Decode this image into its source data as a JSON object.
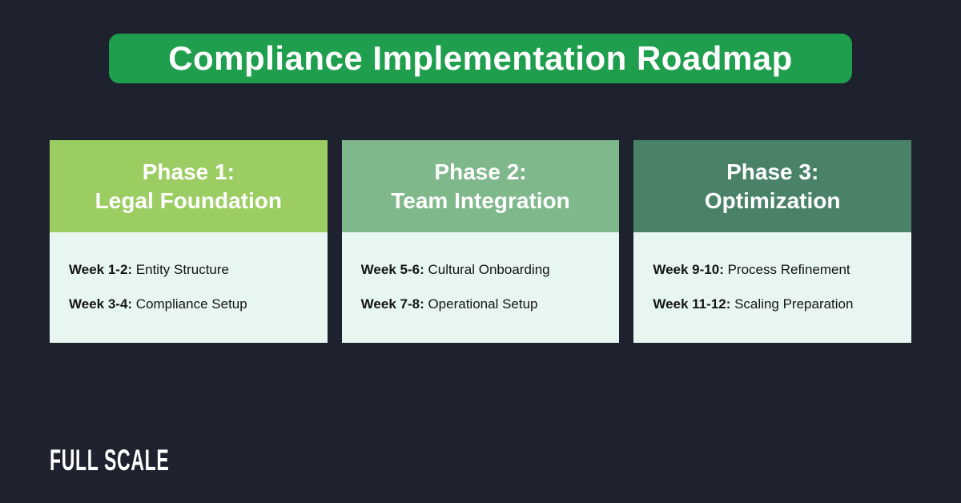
{
  "page": {
    "background": "#1e222e"
  },
  "banner": {
    "title": "Compliance Implementation Roadmap",
    "background": "#1f9e4d",
    "text_color": "#ffffff"
  },
  "phases": [
    {
      "name_line1": "Phase 1:",
      "name_line2": "Legal Foundation",
      "header_color": "#9ccd62",
      "body_color": "#e7f6f1",
      "items": [
        {
          "label": "Week 1-2:",
          "text": " Entity Structure"
        },
        {
          "label": "Week 3-4:",
          "text": " Compliance Setup"
        }
      ]
    },
    {
      "name_line1": "Phase 2:",
      "name_line2": "Team Integration",
      "header_color": "#7fb88a",
      "body_color": "#e7f6f1",
      "items": [
        {
          "label": "Week 5-6:",
          "text": " Cultural Onboarding"
        },
        {
          "label": "Week 7-8:",
          "text": " Operational Setup"
        }
      ]
    },
    {
      "name_line1": "Phase 3:",
      "name_line2": "Optimization",
      "header_color": "#4a8268",
      "body_color": "#e7f6f1",
      "items": [
        {
          "label": "Week 9-10:",
          "text": " Process Refinement"
        },
        {
          "label": "Week 11-12:",
          "text": " Scaling Preparation"
        }
      ]
    }
  ],
  "footer": {
    "logo_text": "FULL SCALE",
    "logo_color": "#ffffff"
  }
}
